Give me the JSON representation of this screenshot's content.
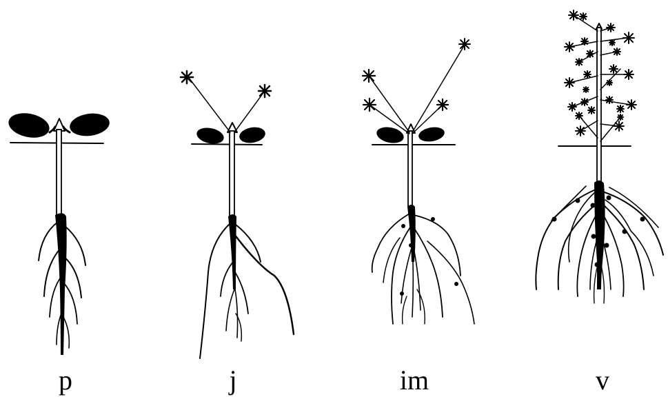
{
  "diagram": {
    "stages": [
      {
        "id": "p",
        "label": "p"
      },
      {
        "id": "j",
        "label": "j"
      },
      {
        "id": "im",
        "label": "im"
      },
      {
        "id": "v",
        "label": "v"
      }
    ],
    "colors": {
      "ink": "#000000",
      "background": "#ffffff"
    }
  }
}
